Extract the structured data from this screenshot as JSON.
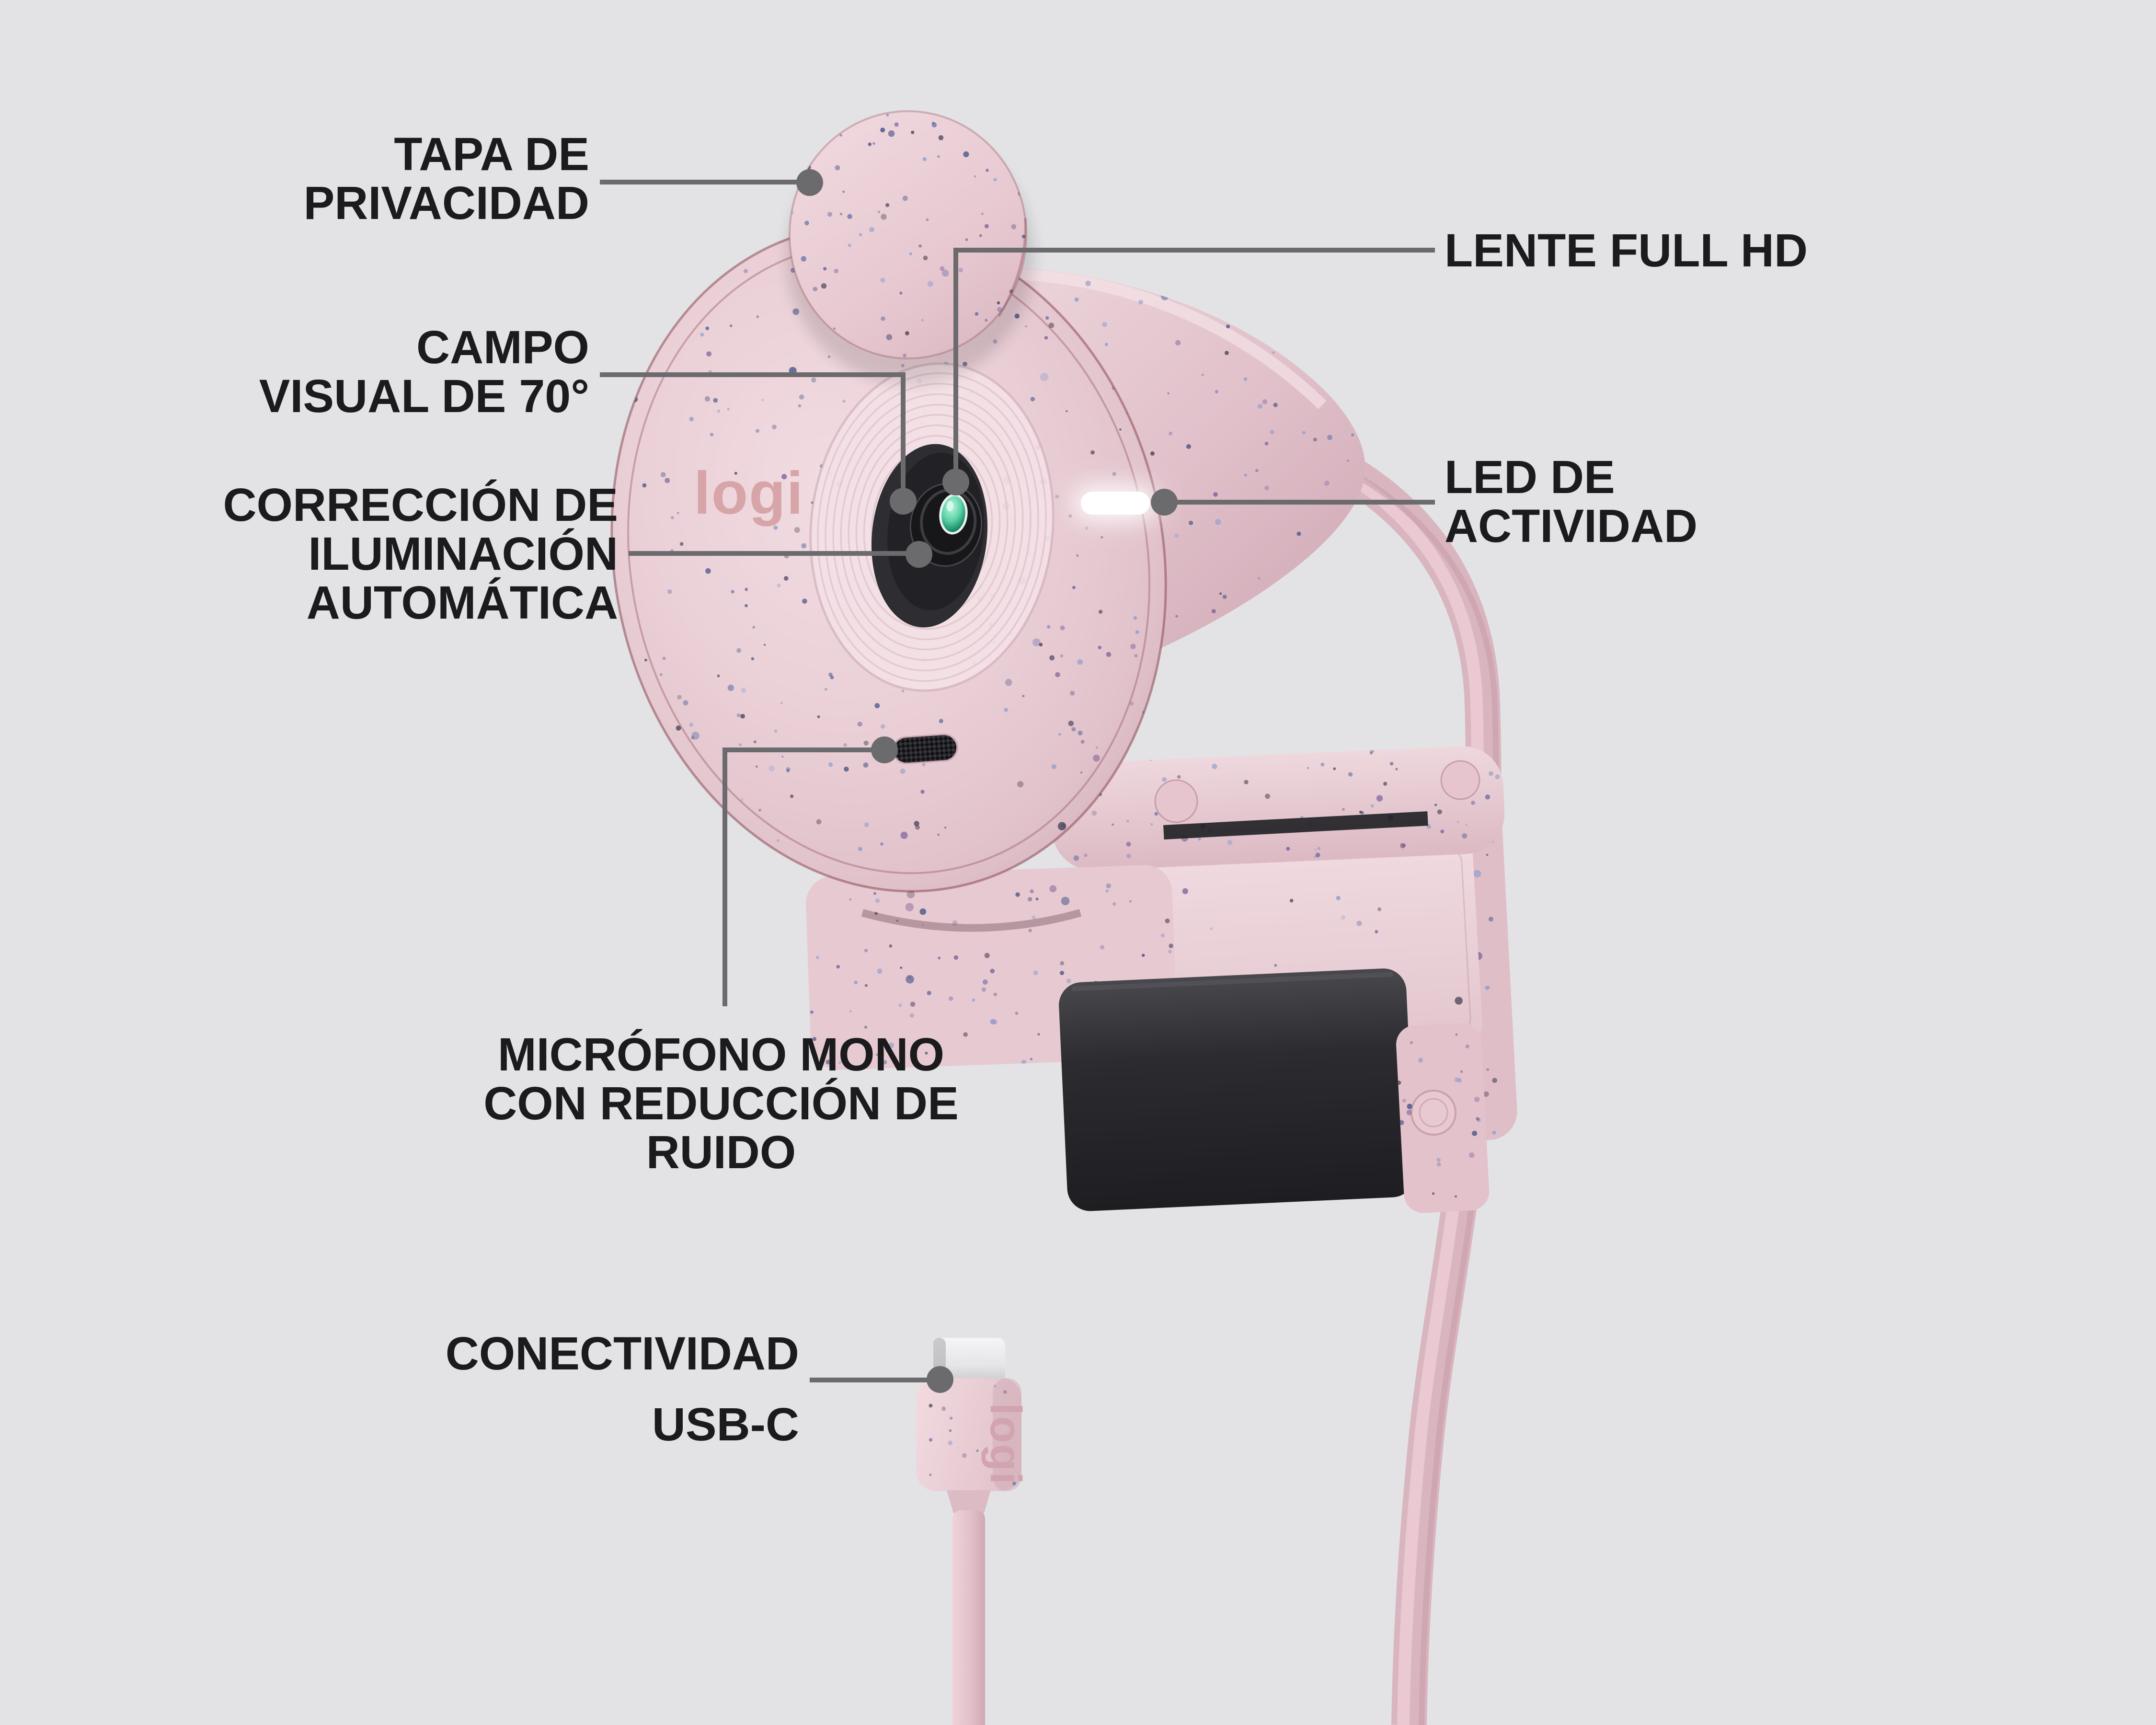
{
  "labels": {
    "tapa": {
      "lines": [
        "TAPA DE",
        "PRIVACIDAD"
      ]
    },
    "campo": {
      "lines": [
        "CAMPO",
        "VISUAL DE 70°"
      ]
    },
    "correccion": {
      "lines": [
        "CORRECCIÓN DE",
        "ILUMINACIÓN",
        "AUTOMÁTICA"
      ]
    },
    "lente": {
      "lines": [
        "LENTE FULL HD"
      ]
    },
    "led": {
      "lines": [
        "LED DE",
        "ACTIVIDAD"
      ]
    },
    "microfono": {
      "lines": [
        "MICRÓFONO MONO",
        "CON REDUCCIÓN DE",
        "RUIDO"
      ]
    },
    "usb": {
      "lines": [
        "CONECTIVIDAD",
        "USB-C"
      ]
    }
  },
  "product": {
    "brand_logo": "logi",
    "connector_logo": "logi"
  },
  "colors": {
    "background": "#E3E3E6",
    "label_text": "#1B1B1D",
    "leader_line": "#6B6B6E",
    "body_rose": "#E8CAD2",
    "body_rose_deep": "#D4AFBA",
    "ripple_light": "#F3E1E6",
    "lens_dark": "#2B2B2F",
    "lens_glass_teal": "#35B389",
    "led_white": "#FFFFFF",
    "clip_pad_dark": "#2A2A2E",
    "usb_metal": "#E9E9EC",
    "logo_rose": "#D7A4A8",
    "speckle_blue": "#5E6DA8"
  }
}
